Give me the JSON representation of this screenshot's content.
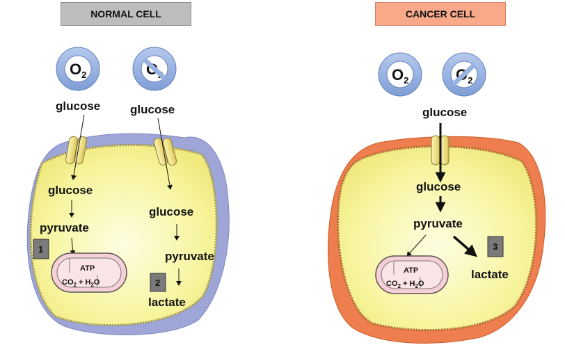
{
  "panels": {
    "normal": {
      "title": "NORMAL CELL",
      "outer_glucose_1": "glucose",
      "outer_glucose_2": "glucose",
      "aerobic": {
        "glucose": "glucose",
        "pyruvate": "pyruvate"
      },
      "anaerobic": {
        "glucose": "glucose",
        "pyruvate": "pyruvate",
        "lactate": "lactate"
      },
      "badges": [
        "1",
        "2"
      ]
    },
    "cancer": {
      "title": "CANCER CELL",
      "outer_glucose": "glucose",
      "inner_glucose": "glucose",
      "pyruvate": "pyruvate",
      "lactate": "lactate",
      "badges": [
        "3"
      ]
    }
  },
  "oxygen": {
    "symbol": "O",
    "subscript": "2"
  },
  "mitochondria": {
    "atp": "ATP",
    "products": {
      "co": "CO",
      "co_sub": "2",
      "plus": " + H",
      "h_sub": "2",
      "o": "O"
    }
  },
  "colors": {
    "normal_membrane_fill": "#9aa3d8",
    "cytoplasm": "#f8f5a0",
    "cancer_membrane_fill": "#ee7e4e",
    "o2_ring": "#98b2e2",
    "mito_fill": "#f7cfd6",
    "badge": "#7a7a7a"
  }
}
